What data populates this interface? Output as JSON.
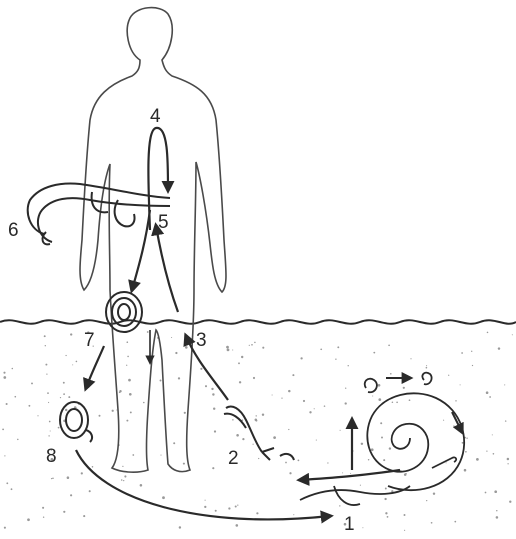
{
  "diagram": {
    "stage_labels": [
      "1",
      "2",
      "3",
      "4",
      "5",
      "6",
      "7",
      "8"
    ],
    "colors": {
      "ink": "#2a2a2a",
      "outline": "#4a4a4a",
      "speckle": "#9a9a9a",
      "background": "#ffffff"
    }
  }
}
